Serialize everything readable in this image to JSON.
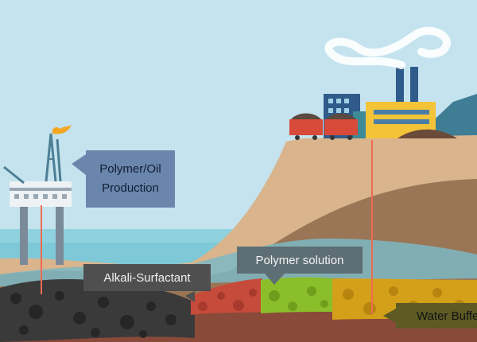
{
  "labels": {
    "production_line1": "Polymer/Oil",
    "production_line2": "Production",
    "alkali_surfactant": "Alkali-Surfactant",
    "polymer_solution": "Polymer solution",
    "water_buffer": "Water Buffer"
  },
  "colors": {
    "sky": "#c4e3ee",
    "sea": "#8fd1de",
    "sand_light": "#d9b48c",
    "sand_dark": "#9a7656",
    "deep_rock": "#8a4a3a",
    "oil_zone": "#3a3a3a",
    "alkali_zone": "#c64b3b",
    "polymer_zone": "#8bbe2b",
    "water_zone": "#d4a019",
    "label_blue": "#6b86ad",
    "label_dark": "#4f4f4f",
    "pipe": "#f06b52"
  },
  "icons": [
    "offshore-platform-icon",
    "flare-flame-icon",
    "factory-icon",
    "smoke-plume-icon",
    "coal-cart-icon"
  ]
}
